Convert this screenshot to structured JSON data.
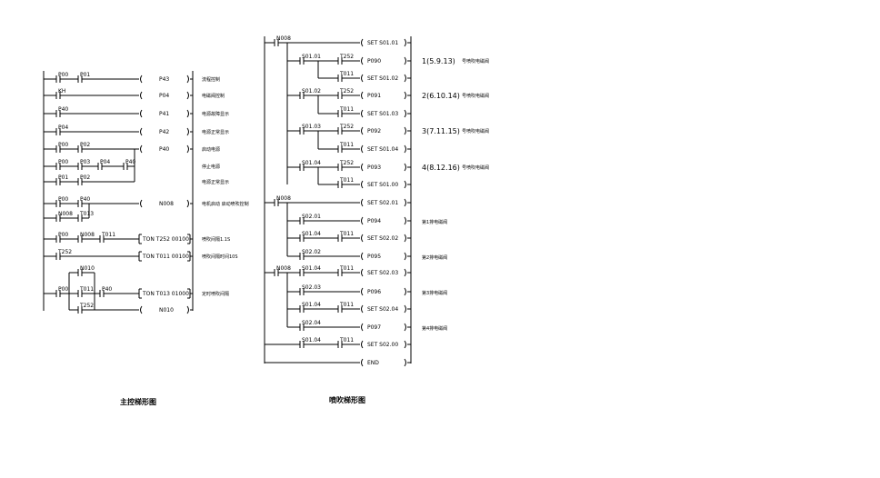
{
  "left": {
    "caption": "主控梯形图",
    "rungs": [
      {
        "contacts": [
          "P00",
          "P01"
        ],
        "coil": "P43",
        "comment": "流程控制"
      },
      {
        "contacts": [
          "KH"
        ],
        "coil": "P04",
        "comment": "电磁阀控制"
      },
      {
        "contacts": [
          "P40"
        ],
        "coil": "P41",
        "comment": "电源故障显示"
      },
      {
        "contacts": [
          "P04"
        ],
        "coil": "P42",
        "comment": "电源正常显示"
      },
      {
        "contacts": [
          "P00",
          "P02"
        ],
        "coil": "P40",
        "comment": "启动电源"
      },
      {
        "contacts": [
          "P00",
          "P03",
          "P04",
          "P40"
        ],
        "coil": "",
        "comment": "停止电源"
      },
      {
        "contacts": [
          "P01",
          "P02"
        ],
        "coil": "",
        "comment": "电源正常显示"
      },
      {
        "contacts": [
          "P00",
          "P40"
        ],
        "coil": "N008",
        "comment": "电机启动 启动喷吹控制"
      },
      {
        "contacts": [
          "N008",
          "T013"
        ],
        "coil": "",
        "comment": ""
      },
      {
        "contacts": [
          "P00",
          "N008",
          "T011"
        ],
        "coil": "TON  T252  00100",
        "comment": "喷吹间隔1.1S"
      },
      {
        "contacts": [
          "T252"
        ],
        "coil": "TON  T011  00100",
        "comment": "喷吹间隔时间10S"
      },
      {
        "contacts": [
          "N010"
        ],
        "coil": "",
        "comment": ""
      },
      {
        "contacts": [
          "P00",
          "T011",
          "P40"
        ],
        "coil": "TON  T013  01000",
        "comment": "定时喷吹间隔"
      },
      {
        "contacts": [
          "T252"
        ],
        "coil": "N010",
        "comment": ""
      }
    ]
  },
  "right": {
    "caption": "喷吹梯形图",
    "rungs": [
      {
        "contacts": [
          "N008"
        ],
        "coil": "SET   S01.01",
        "comment": ""
      },
      {
        "contacts": [
          "S01.01",
          "T252"
        ],
        "coil": "P090",
        "comment": "1(5.9.13)",
        "note": "号喷吹电磁阀"
      },
      {
        "contacts": [
          "T011"
        ],
        "coil": "SET   S01.02",
        "comment": ""
      },
      {
        "contacts": [
          "S01.02",
          "T252"
        ],
        "coil": "P091",
        "comment": "2(6.10.14)",
        "note": "号喷吹电磁阀"
      },
      {
        "contacts": [
          "T011"
        ],
        "coil": "SET   S01.03",
        "comment": ""
      },
      {
        "contacts": [
          "S01.03",
          "T252"
        ],
        "coil": "P092",
        "comment": "3(7.11.15)",
        "note": "号喷吹电磁阀"
      },
      {
        "contacts": [
          "T011"
        ],
        "coil": "SET   S01.04",
        "comment": ""
      },
      {
        "contacts": [
          "S01.04",
          "T252"
        ],
        "coil": "P093",
        "comment": "4(8.12.16)",
        "note": "号喷吹电磁阀"
      },
      {
        "contacts": [
          "T011"
        ],
        "coil": "SET   S01.00",
        "comment": ""
      },
      {
        "contacts": [
          "N008"
        ],
        "coil": "SET   S02.01",
        "comment": ""
      },
      {
        "contacts": [
          "S02.01"
        ],
        "coil": "P094",
        "comment": "第1排电磁阀"
      },
      {
        "contacts": [
          "S01.04",
          "T011"
        ],
        "coil": "SET   S02.02",
        "comment": ""
      },
      {
        "contacts": [
          "S02.02"
        ],
        "coil": "P095",
        "comment": "第2排电磁阀"
      },
      {
        "contacts": [
          "N008",
          "S01.04",
          "T011"
        ],
        "coil": "SET   S02.03",
        "comment": ""
      },
      {
        "contacts": [
          "S02.03"
        ],
        "coil": "P096",
        "comment": "第3排电磁阀"
      },
      {
        "contacts": [
          "S01.04",
          "T011"
        ],
        "coil": "SET   S02.04",
        "comment": ""
      },
      {
        "contacts": [
          "S02.04"
        ],
        "coil": "P097",
        "comment": "第4排电磁阀"
      },
      {
        "contacts": [
          "S01.04",
          "T011"
        ],
        "coil": "SET   S02.00",
        "comment": ""
      },
      {
        "contacts": [],
        "coil": "END",
        "comment": ""
      }
    ]
  }
}
